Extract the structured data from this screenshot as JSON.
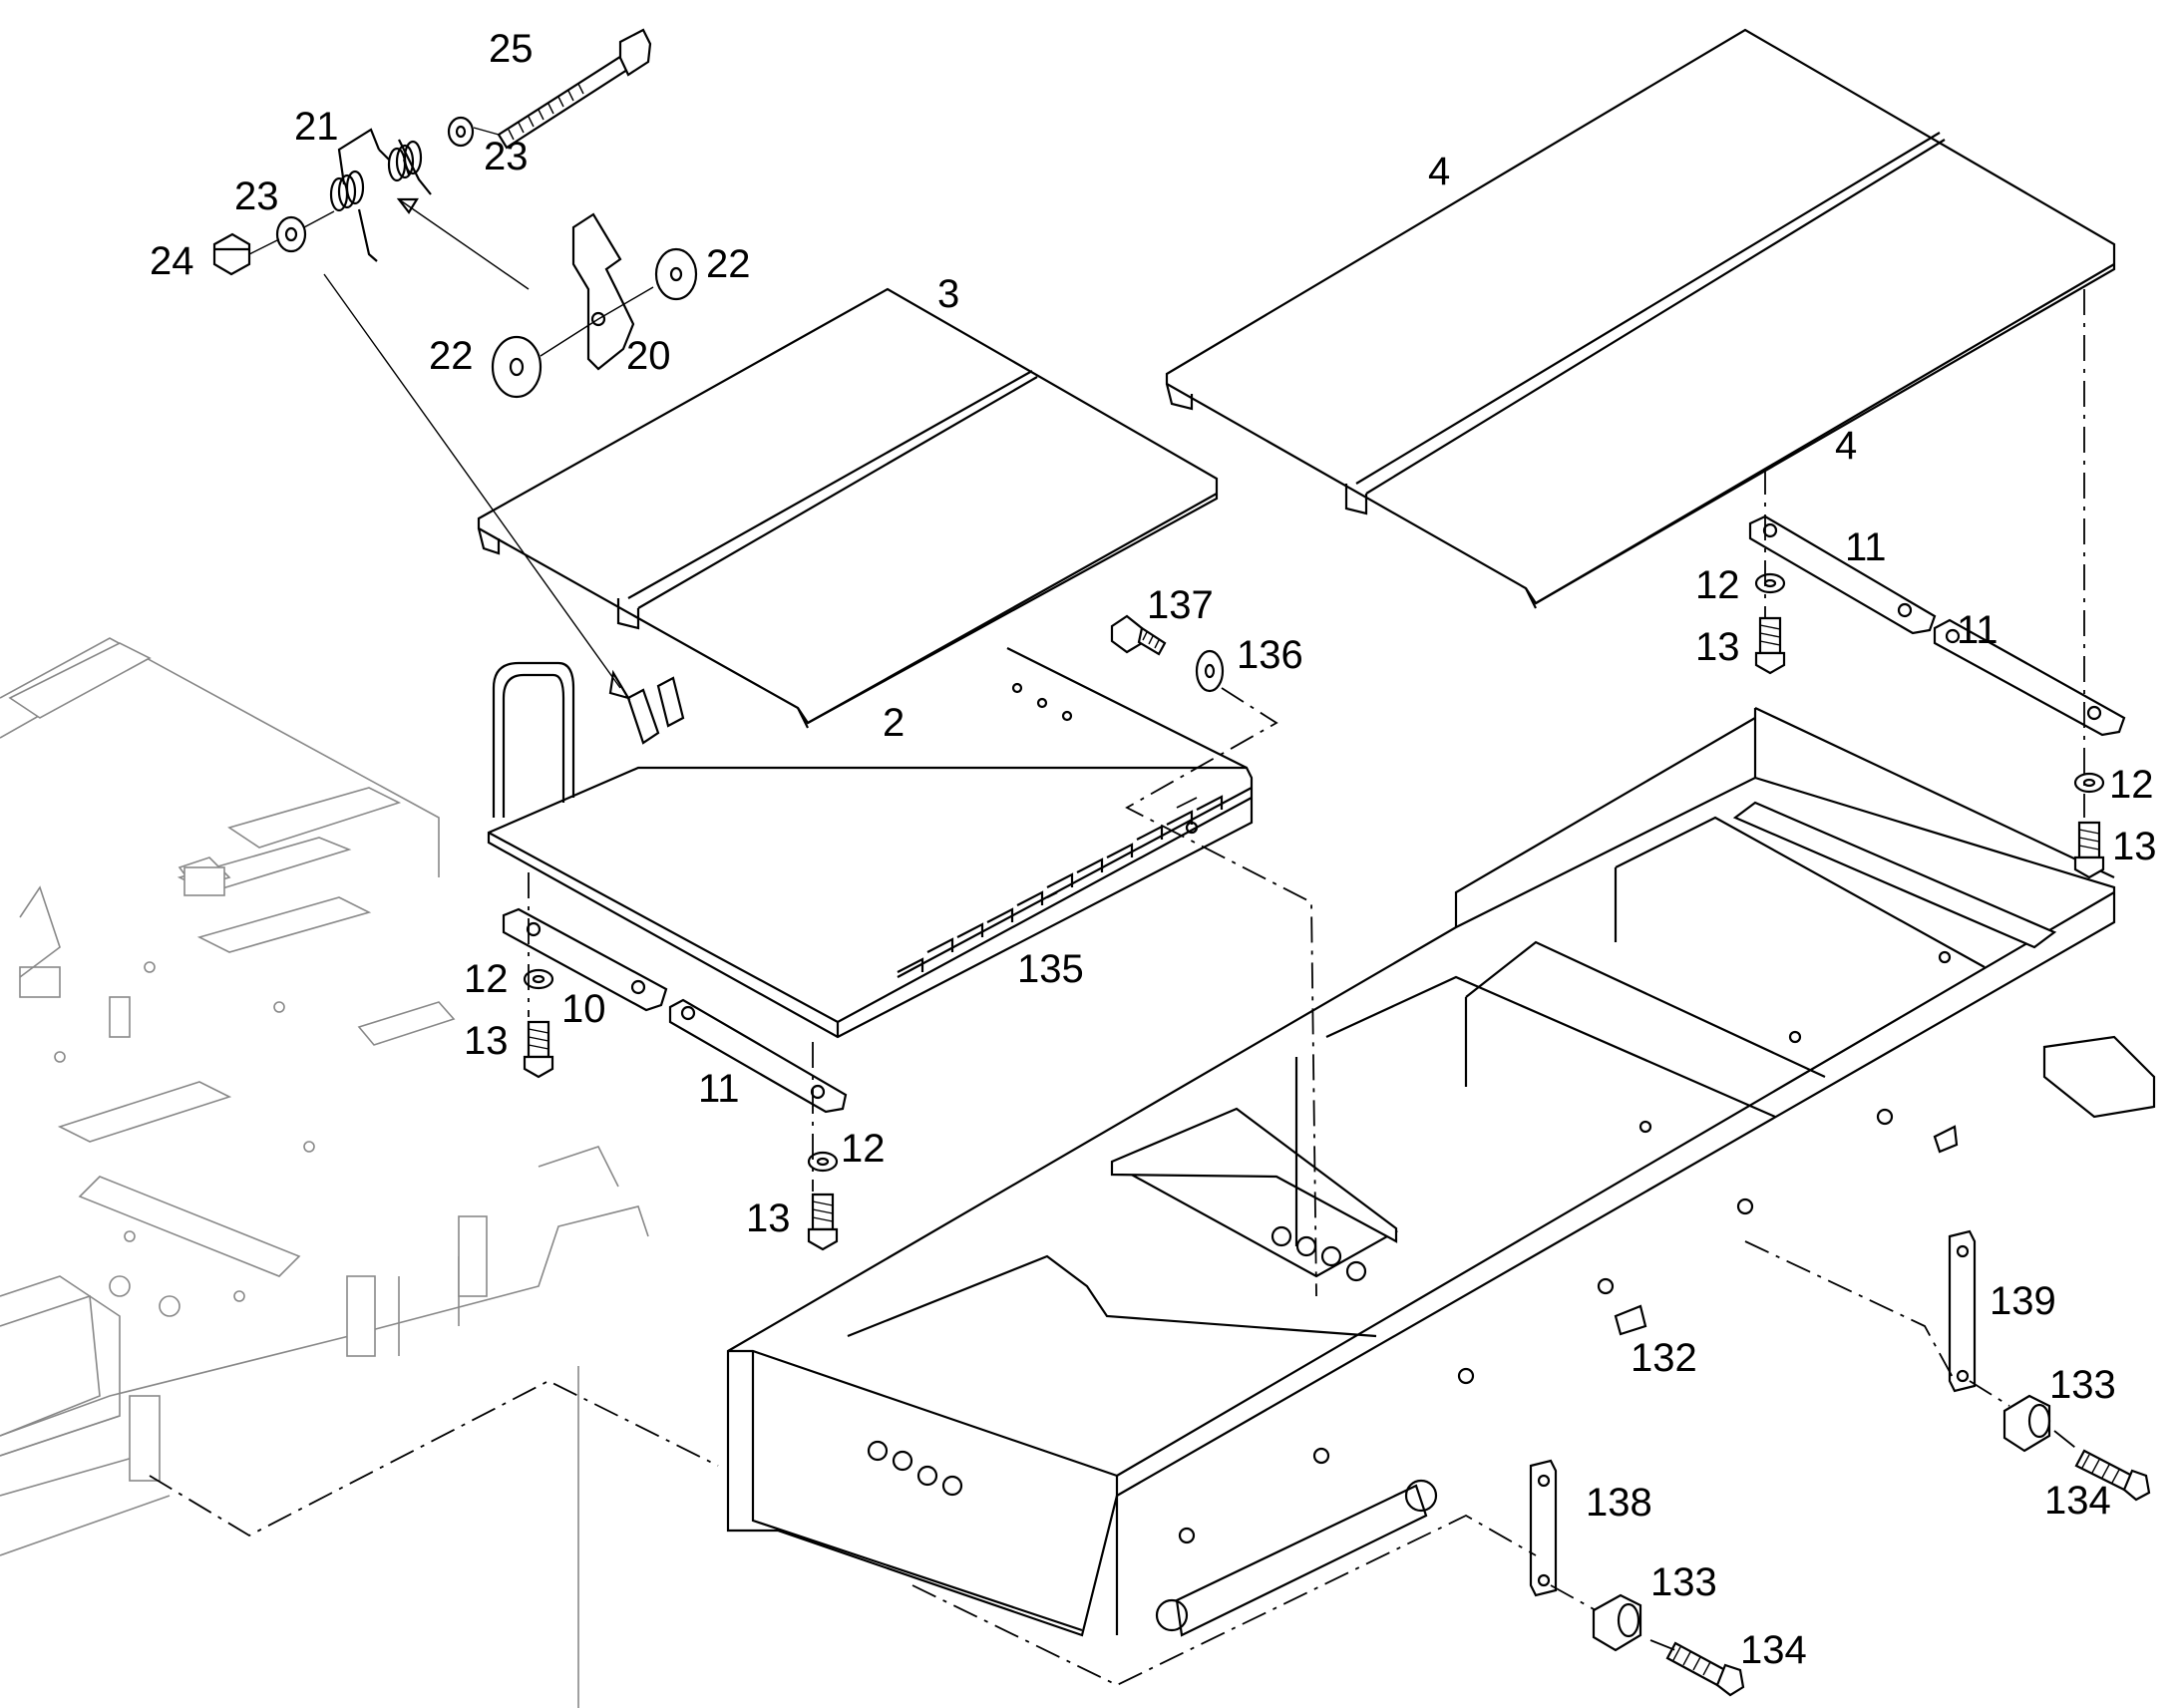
{
  "callouts": {
    "c25": "25",
    "c21": "21",
    "c23a": "23",
    "c23b": "23",
    "c24": "24",
    "c22a": "22",
    "c22b": "22",
    "c20": "20",
    "c3": "3",
    "c4a": "4",
    "c4b": "4",
    "c2": "2",
    "c137": "137",
    "c136": "136",
    "c11a": "11",
    "c11b": "11",
    "c11c": "11",
    "c12a": "12",
    "c12b": "12",
    "c12c": "12",
    "c12d": "12",
    "c13a": "13",
    "c13b": "13",
    "c13c": "13",
    "c13d": "13",
    "c10": "10",
    "c135": "135",
    "c132": "132",
    "c139": "139",
    "c133a": "133",
    "c133b": "133",
    "c134a": "134",
    "c134b": "134",
    "c138": "138"
  }
}
